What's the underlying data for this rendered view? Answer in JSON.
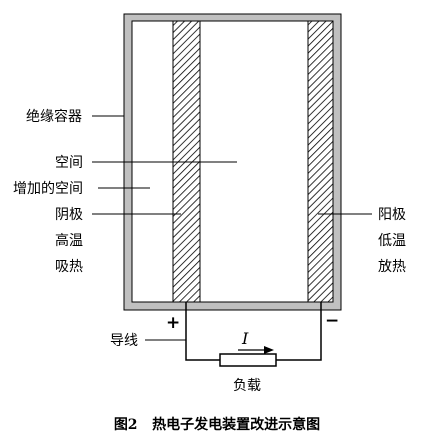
{
  "labels": {
    "insulated_container": "绝缘容器",
    "space": "空间",
    "added_space": "增加的空间",
    "cathode": "阴极",
    "cathode_temp": "高温",
    "cathode_heat": "吸热",
    "anode": "阳极",
    "anode_temp": "低温",
    "anode_heat": "放热",
    "wire": "导线",
    "plus": "+",
    "minus": "−",
    "current": "I",
    "load": "负载"
  },
  "caption": "图2   热电子发电装置改进示意图",
  "colors": {
    "container_fill": "#c0c0c0",
    "stroke": "#000000",
    "background": "#ffffff"
  }
}
